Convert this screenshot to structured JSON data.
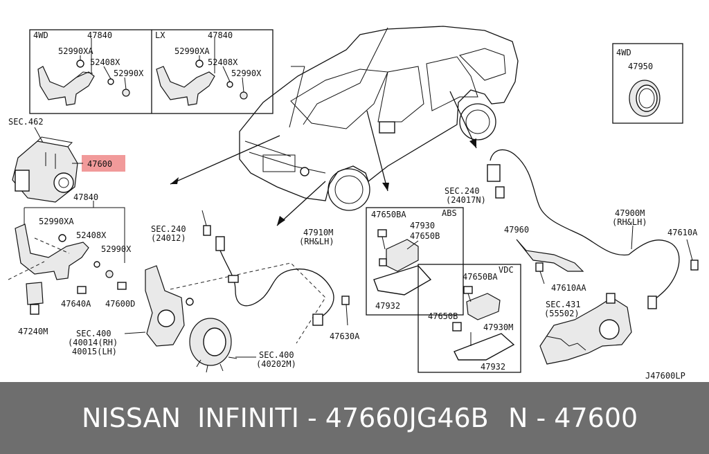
{
  "colors": {
    "highlight": "#f19a9a",
    "footer_bg": "#6e6e6e",
    "footer_text": "#ffffff"
  },
  "labels": {
    "l_47840_4wd": "47840",
    "l_4wd_a": "4WD",
    "l_52990xa_a": "52990XA",
    "l_52408x_a": "52408X",
    "l_52990x_a": "52990X",
    "l_lx": "LX",
    "l_47840_lx": "47840",
    "l_52990xa_b": "52990XA",
    "l_52408x_b": "52408X",
    "l_52990x_b": "52990X",
    "l_4wd_b": "4WD",
    "l_47950": "47950",
    "l_sec462": "SEC.462",
    "l_47600": "47600",
    "l_47840_c": "47840",
    "l_52990xa_c": "52990XA",
    "l_52408x_c": "52408X",
    "l_52990x_c": "52990X",
    "l_47640a": "47640A",
    "l_47600d": "47600D",
    "l_47240m": "47240M",
    "l_sec400_a": "SEC.400",
    "l_40014": "(40014(RH)",
    "l_40015": "40015(LH)",
    "l_sec240_a": "SEC.240",
    "l_24012": "(24012)",
    "l_47910m": "47910M",
    "l_rhlh_a": "(RH&LH)",
    "l_47630a": "47630A",
    "l_sec400_b": "SEC.400",
    "l_40202m": "(40202M)",
    "l_abs": "ABS",
    "l_47650ba_a": "47650BA",
    "l_47930": "47930",
    "l_47650b_a": "47650B",
    "l_47932_a": "47932",
    "l_vdc": "VDC",
    "l_47650ba_b": "47650BA",
    "l_47650b_b": "47650B",
    "l_47930m": "47930M",
    "l_47932_b": "47932",
    "l_sec240_b": "SEC.240",
    "l_24017n": "(24017N)",
    "l_47900m": "47900M",
    "l_rhlh_b": "(RH&LH)",
    "l_47610a": "47610A",
    "l_47960": "47960",
    "l_47610aa": "47610AA",
    "l_sec431": "SEC.431",
    "l_55502": "(55502)",
    "l_ref": "J47600LP"
  },
  "footer": {
    "brand_text": "NISSAN  INFINITI - 47660JG46B",
    "part_text": "N - 47600"
  }
}
